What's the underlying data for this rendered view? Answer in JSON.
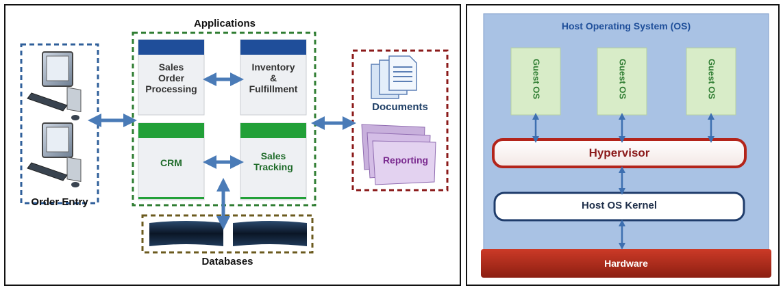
{
  "left_diagram": {
    "order_entry": "Order Entry",
    "applications": "Applications",
    "sales_order": "Sales\nOrder\nProcessing",
    "inventory": "Inventory\n&\nFulfillment",
    "crm": "CRM",
    "sales_tracking": "Sales\nTracking",
    "documents": "Documents",
    "reporting": "Reporting",
    "databases": "Databases"
  },
  "right_diagram": {
    "host_os": "Host Operating System (OS)",
    "guest_os": [
      "Guest OS",
      "Guest OS",
      "Guest OS"
    ],
    "hypervisor": "Hypervisor",
    "kernel": "Host OS Kernel",
    "hardware": "Hardware"
  },
  "colors": {
    "blue_dash": "#2f5f9a",
    "green_dash": "#2f7d32",
    "red_dash": "#8b1a1a",
    "brown_dash": "#6b5a1e",
    "arrow": "#4a7bb7",
    "host_bg": "#a9c2e4",
    "guest_bg": "#d8ecc8",
    "hardware": "#b32a1c",
    "hypervisor_text": "#8b1a1a"
  }
}
